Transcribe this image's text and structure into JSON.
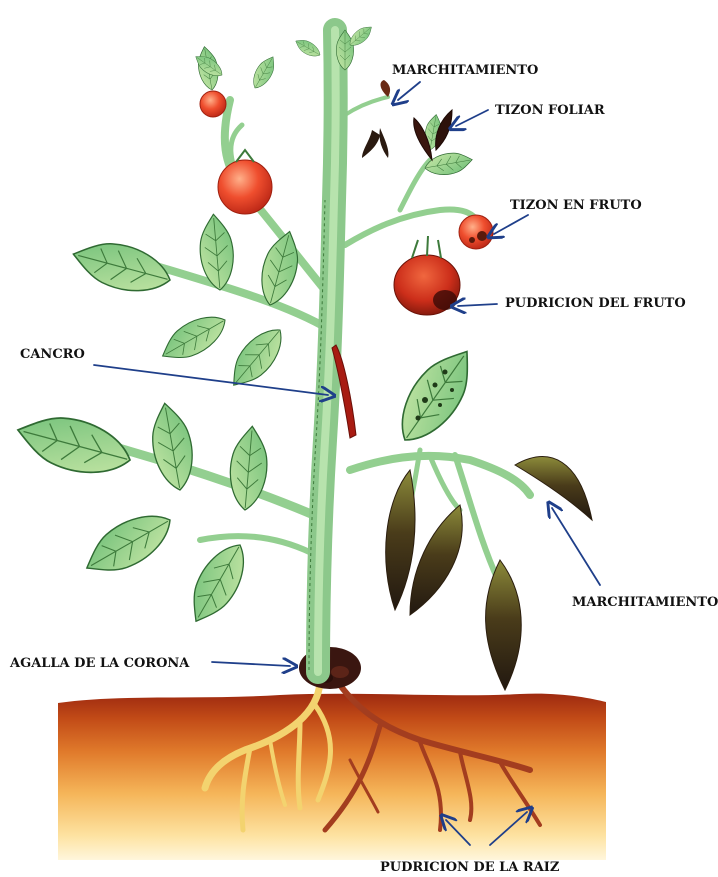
{
  "labels": {
    "marchitamiento_top": "MARCHITAMIENTO",
    "tizon_foliar": "TIZON FOLIAR",
    "tizon_en_fruto": "TIZON EN FRUTO",
    "pudricion_del_fruto": "PUDRICION DEL FRUTO",
    "cancro": "CANCRO",
    "marchitamiento_right": "MARCHITAMIENTO",
    "agalla_de_la_corona": "AGALLA DE LA CORONA",
    "pudricion_de_la_raiz": "PUDRICION DE LA RAIZ"
  },
  "colors": {
    "arrow": "#1f3f8a",
    "leaf": "#8fce8a",
    "leaf_dark": "#3f7d3a",
    "stem": "#93cf90",
    "fruit": "#e0412a",
    "soil_top": "#a52a14",
    "soil_bottom": "#fff1c6",
    "canker": "#a81b12",
    "gall": "#3a1610"
  }
}
